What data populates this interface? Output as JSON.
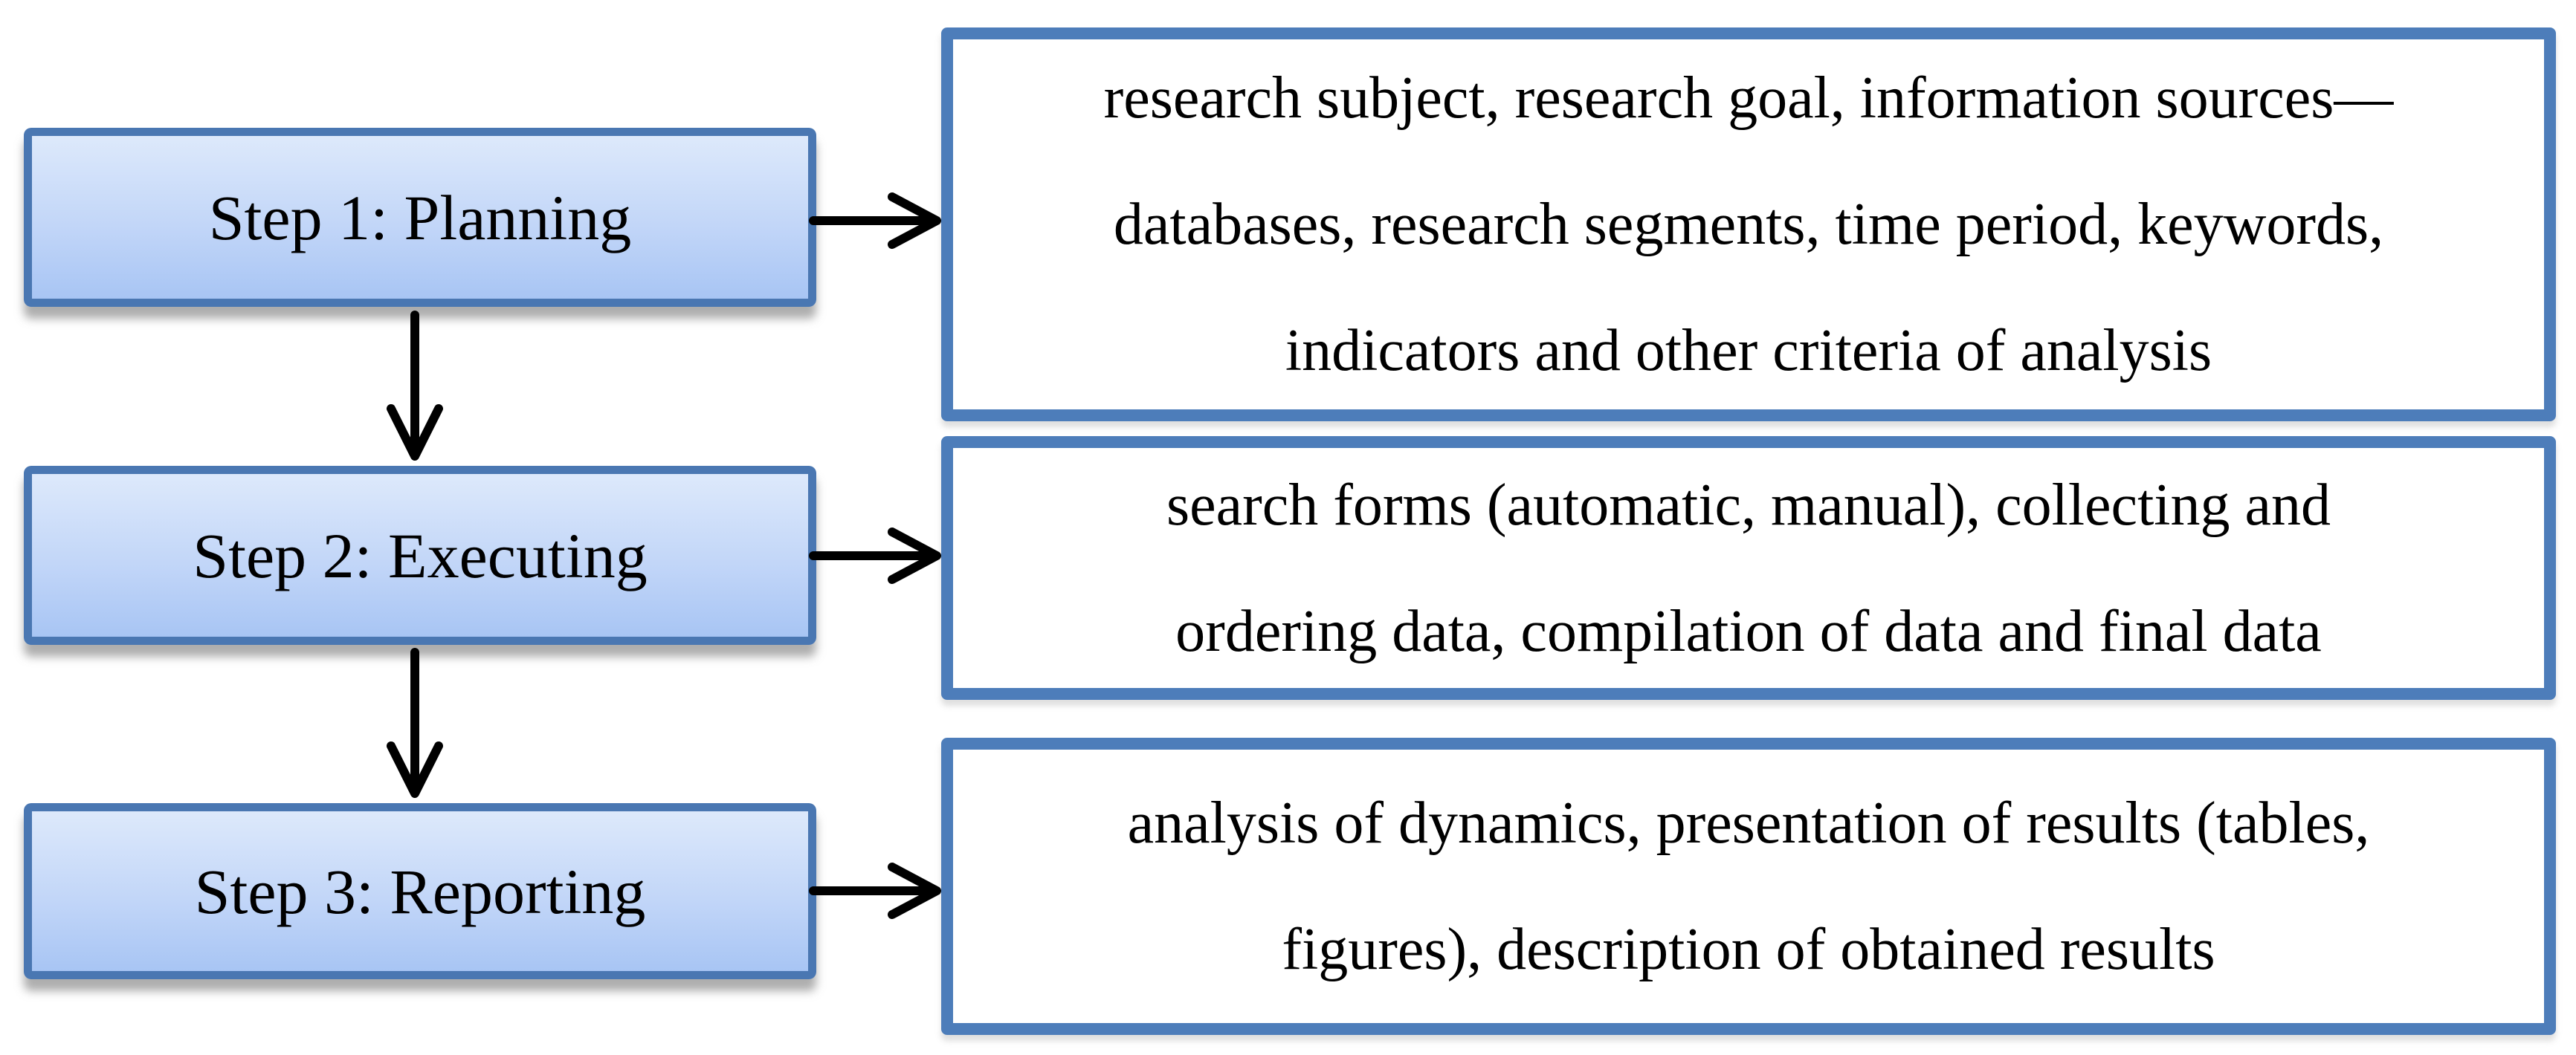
{
  "diagram": {
    "steps": [
      {
        "label": "Step 1: Planning"
      },
      {
        "label": "Step 2: Executing"
      },
      {
        "label": "Step 3: Reporting"
      }
    ],
    "details": [
      {
        "lines": [
          "research subject, research goal, information sources—",
          "databases, research segments, time period, keywords,",
          "indicators and other criteria of analysis"
        ]
      },
      {
        "lines": [
          "search forms (automatic, manual), collecting and",
          "ordering data, compilation of data and final data"
        ]
      },
      {
        "lines": [
          "analysis of dynamics, presentation of results (tables,",
          "figures), description of obtained results"
        ]
      }
    ],
    "colors": {
      "step_box_border": "#4a77b2",
      "step_box_fill_top": "#dde9fb",
      "step_box_fill_bottom": "#a8c5f4",
      "detail_box_border": "#4d7dba",
      "detail_box_fill": "#ffffff",
      "arrow": "#000000",
      "background": "#ffffff",
      "text": "#000000"
    }
  }
}
